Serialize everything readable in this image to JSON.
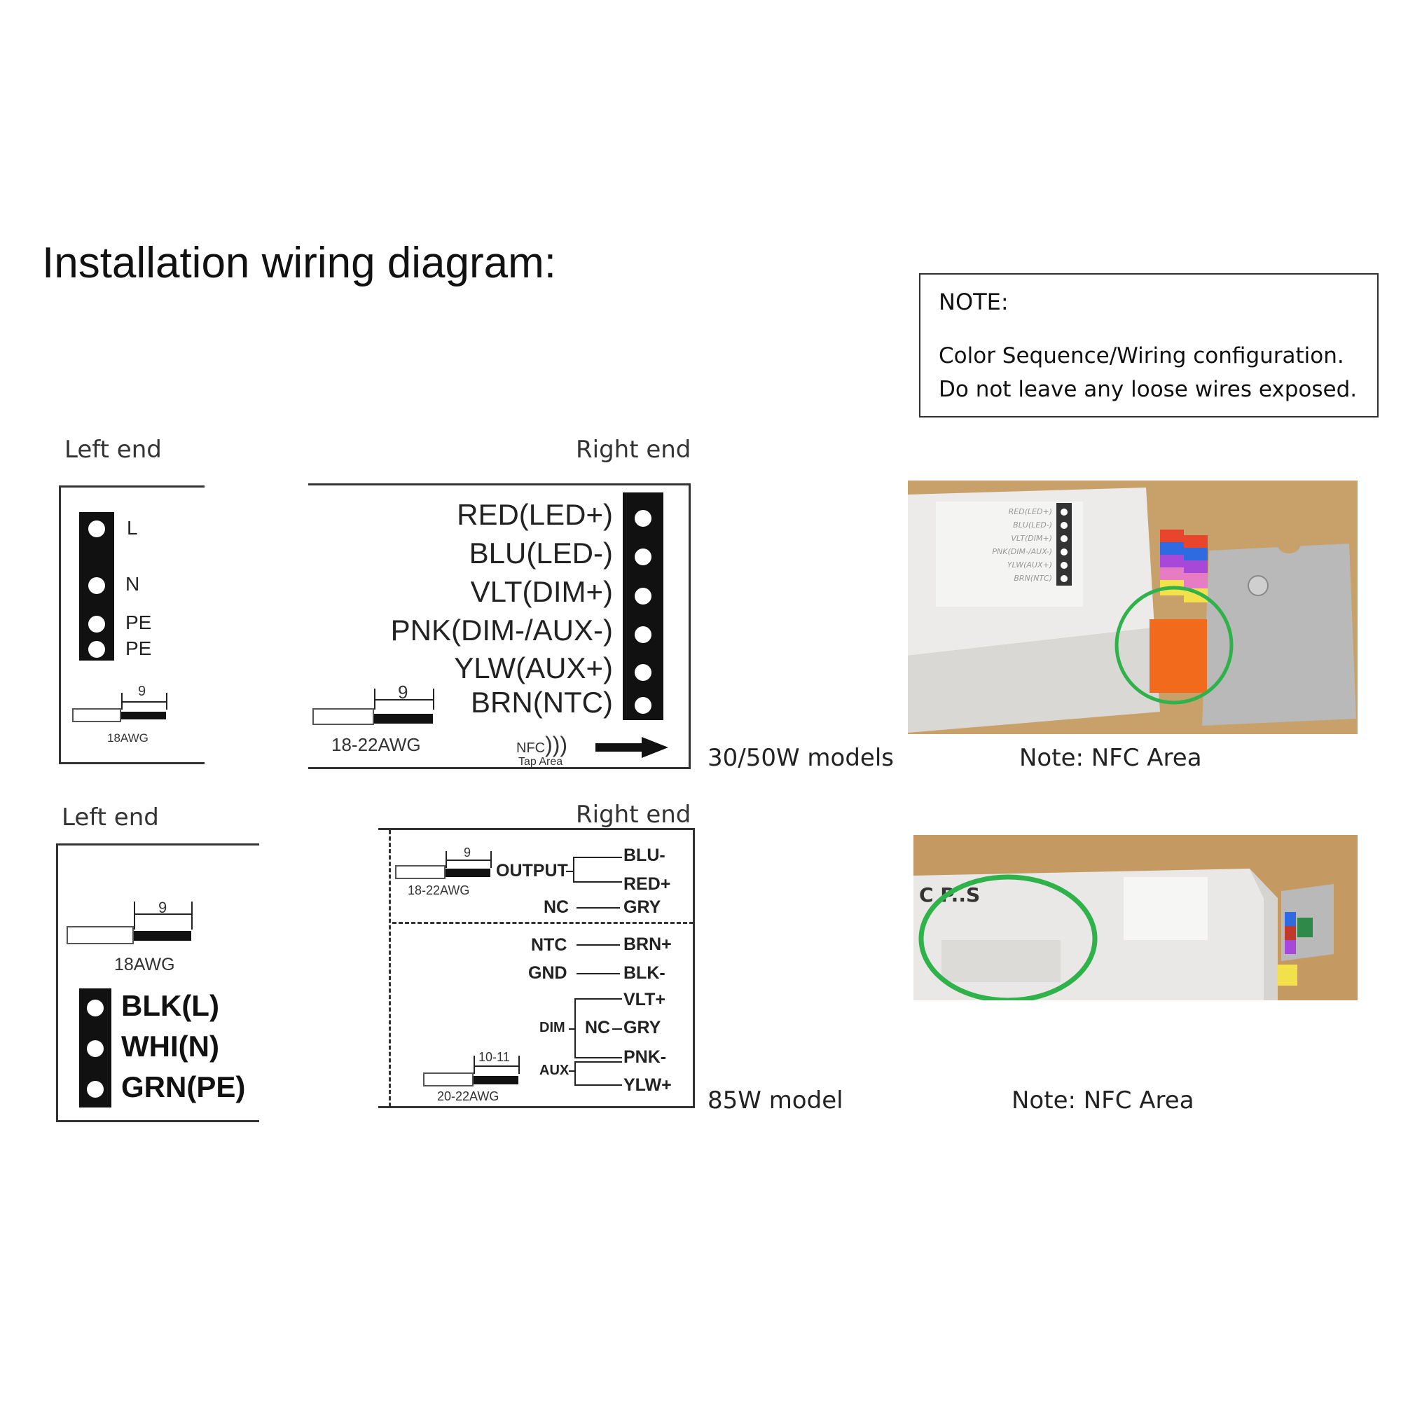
{
  "title": "Installation wiring diagram:",
  "note": {
    "heading": "NOTE:",
    "lines": [
      "Color Sequence/Wiring configuration.",
      "Do not leave any loose wires exposed."
    ]
  },
  "models_30_50w": {
    "label": "30/50W models",
    "left_end": {
      "heading": "Left end",
      "terminals": [
        "L",
        "N",
        "PE",
        "PE"
      ],
      "strip_length": "9",
      "wire_gauge": "18AWG"
    },
    "right_end": {
      "heading": "Right end",
      "terminals": [
        "RED(LED+)",
        "BLU(LED-)",
        "VLT(DIM+)",
        "PNK(DIM-/AUX-)",
        "YLW(AUX+)",
        "BRN(NTC)"
      ],
      "strip_length": "9",
      "wire_gauge": "18-22AWG",
      "nfc_label": "NFC",
      "nfc_sublabel": "Tap Area"
    },
    "photo_caption": "Note: NFC Area"
  },
  "model_85w": {
    "label": "85W model",
    "left_end": {
      "heading": "Left end",
      "strip_length": "9",
      "wire_gauge": "18AWG",
      "terminals": [
        "BLK(L)",
        "WHI(N)",
        "GRN(PE)"
      ]
    },
    "right_end": {
      "heading": "Right end",
      "upper": {
        "strip_length": "9",
        "wire_gauge": "18-22AWG",
        "output_label": "OUTPUT",
        "output_wires": [
          "BLU-",
          "RED+"
        ],
        "nc_label": "NC",
        "nc_wire": "GRY"
      },
      "lower": {
        "ntc_label": "NTC",
        "ntc_wire": "BRN+",
        "gnd_label": "GND",
        "gnd_wire": "BLK-",
        "dim_label": "DIM",
        "dim_wires": [
          "VLT+",
          "GRY",
          "PNK-"
        ],
        "dim_nc_label": "NC",
        "aux_label": "AUX",
        "aux_wires": [
          "PNK-",
          "YLW+"
        ],
        "strip_length": "10-11",
        "wire_gauge": "20-22AWG"
      }
    },
    "photo_caption": "Note: NFC Area"
  },
  "colors": {
    "highlight_circle": "#2fb24a",
    "connector_orange": "#f26a1b",
    "desk_tan": "#c49a62"
  }
}
